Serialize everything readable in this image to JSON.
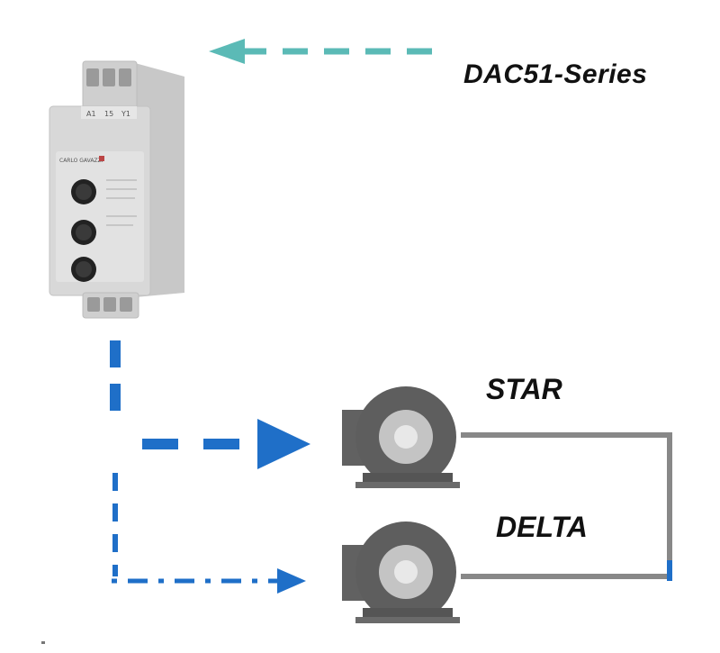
{
  "labels": {
    "series": "DAC51-Series",
    "star": "STAR",
    "delta": "DELTA"
  },
  "relay": {
    "terminals_top": [
      "A1",
      "15",
      "Y1"
    ],
    "brand": "CARLO GAVAZZI"
  },
  "colors": {
    "teal_arrow": "#5bbab6",
    "blue_arrow": "#1f6fc8",
    "wire": "#888888",
    "motor_body": "#5e5e5e",
    "motor_face": "#c4c4c4",
    "relay_body": "#d8d8d8"
  }
}
